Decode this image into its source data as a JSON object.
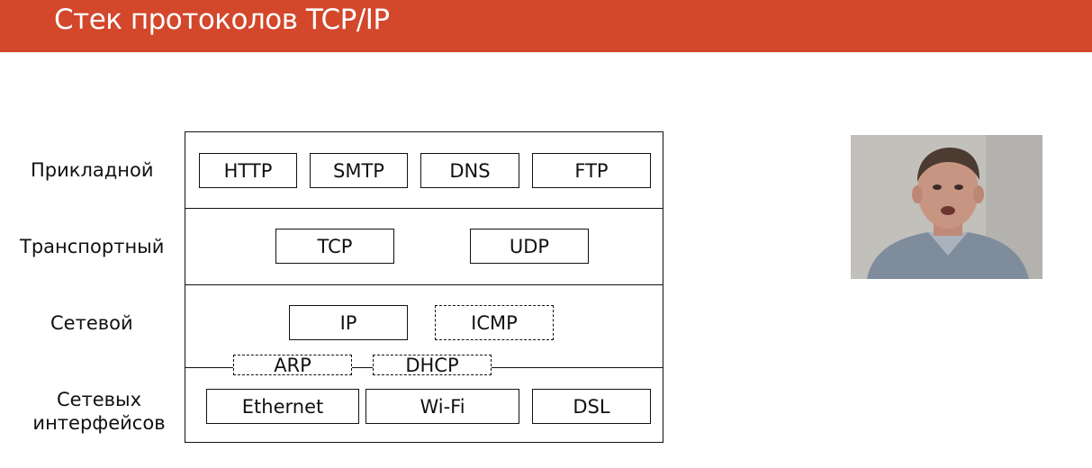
{
  "slide": {
    "title": "Стек протоколов TCP/IP"
  },
  "layers": {
    "application": "Прикладной",
    "transport": "Транспортный",
    "network": "Сетевой",
    "link_line1": "Сетевых",
    "link_line2": "интерфейсов"
  },
  "protocols": {
    "application": [
      "HTTP",
      "SMTP",
      "DNS",
      "FTP"
    ],
    "transport": [
      "TCP",
      "UDP"
    ],
    "network": [
      "IP",
      "ICMP"
    ],
    "between": [
      "ARP",
      "DHCP"
    ],
    "link": [
      "Ethernet",
      "Wi-Fi",
      "DSL"
    ]
  },
  "colors": {
    "title_bar": "#d3472b",
    "title_text": "#ffffff"
  }
}
